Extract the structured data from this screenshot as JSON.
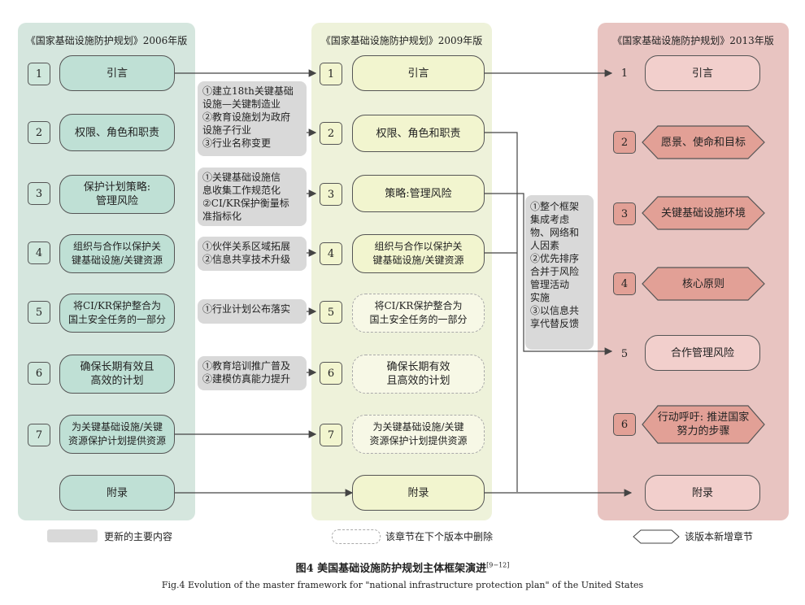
{
  "panels": {
    "v2006": "《国家基础设施防护规划》2006年版",
    "v2009": "《国家基础设施防护规划》2009年版",
    "v2013": "《国家基础设施防护规划》2013年版"
  },
  "col2006": [
    {
      "n": "1",
      "label": "引言"
    },
    {
      "n": "2",
      "label": "权限、角色和职责"
    },
    {
      "n": "3",
      "label": "保护计划策略:\n管理风险"
    },
    {
      "n": "4",
      "label": "组织与合作以保护关\n键基础设施/关键资源"
    },
    {
      "n": "5",
      "label": "将CI/KR保护整合为\n国土安全任务的一部分"
    },
    {
      "n": "6",
      "label": "确保长期有效且\n高效的计划"
    },
    {
      "n": "7",
      "label": "为关键基础设施/关键\n资源保护计划提供资源"
    },
    {
      "n": "",
      "label": "附录"
    }
  ],
  "col2009": [
    {
      "n": "1",
      "label": "引言"
    },
    {
      "n": "2",
      "label": "权限、角色和职责"
    },
    {
      "n": "3",
      "label": "策略:管理风险"
    },
    {
      "n": "4",
      "label": "组织与合作以保护关\n键基础设施/关键资源"
    },
    {
      "n": "5",
      "label": "将CI/KR保护整合为\n国土安全任务的一部分"
    },
    {
      "n": "6",
      "label": "确保长期有效\n且高效的计划"
    },
    {
      "n": "7",
      "label": "为关键基础设施/关键\n资源保护计划提供资源"
    },
    {
      "n": "",
      "label": "附录"
    }
  ],
  "col2013": [
    {
      "n": "1",
      "label": "引言"
    },
    {
      "n": "2",
      "label": "愿景、使命和目标"
    },
    {
      "n": "3",
      "label": "关键基础设施环境"
    },
    {
      "n": "4",
      "label": "核心原则"
    },
    {
      "n": "5",
      "label": "合作管理风险"
    },
    {
      "n": "6",
      "label": "行动呼吁: 推进国家\n努力的步骤"
    },
    {
      "n": "",
      "label": "附录"
    }
  ],
  "updates": [
    "①建立18th关键基础\n设施—关键制造业\n②教育设施划为政府\n设施子行业\n③行业名称变更",
    "①关键基础设施信\n息收集工作规范化\n②CI/KR保护衡量标\n准指标化",
    "①伙伴关系区域拓展\n②信息共享技术升级",
    "①行业计划公布落实",
    "①教育培训推广普及\n②建模仿真能力提升",
    "①整个框架\n集成考虑\n物、网络和\n人因素\n②优先排序\n合并于风险\n管理活动\n实施\n③以信息共\n享代替反馈"
  ],
  "legend": {
    "gray": "更新的主要内容",
    "dashed": "该章节在下个版本中删除",
    "hex": "该版本新增章节"
  },
  "caption": {
    "title": "图4   美国基础设施防护规划主体框架演进",
    "ref": "[9−12]",
    "english": "Fig.4   Evolution of the master framework for \"national infrastructure protection plan\" of the United States"
  }
}
